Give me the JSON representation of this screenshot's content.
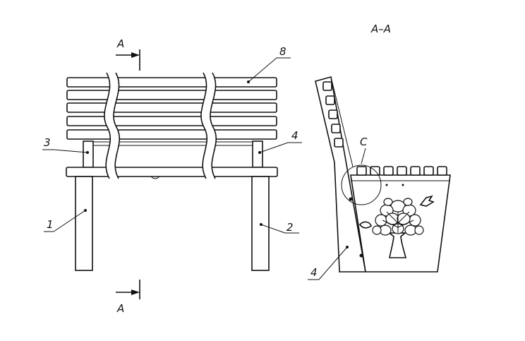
{
  "section_title": "A–A",
  "section_marks": {
    "top": "A",
    "bottom": "A"
  },
  "callouts": {
    "seat_slats": "8",
    "left_arm_post": "3",
    "right_arm_post": "4",
    "left_leg": "1",
    "right_leg": "2",
    "side_frame": "4",
    "detail": "C"
  },
  "icons": [
    "tree-ornament-icon",
    "bird-ornament-icon",
    "leaf-ornament-icon"
  ]
}
